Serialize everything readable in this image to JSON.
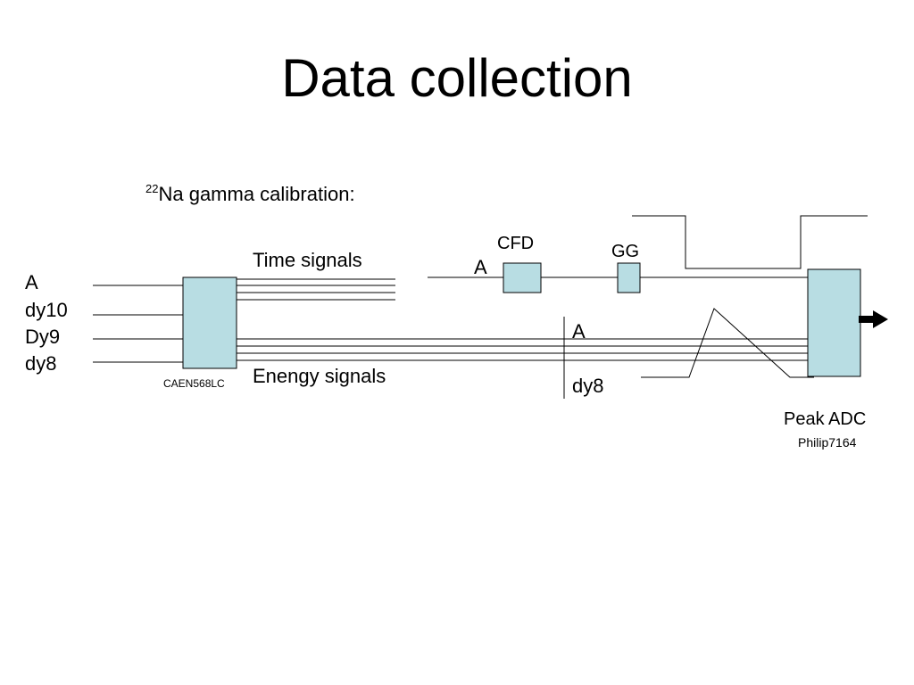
{
  "slide": {
    "title": "Data collection"
  },
  "subtitle": {
    "isotope_mass": "22",
    "text": "Na gamma calibration:"
  },
  "inputs": {
    "labels": [
      "A",
      "dy10",
      "Dy9",
      "dy8"
    ]
  },
  "modules": {
    "caen": "CAEN568LC",
    "cfd": "CFD",
    "gg": "GG",
    "adc_title": "Peak ADC",
    "adc_model": "Philip7164"
  },
  "signals": {
    "time": "Time signals",
    "energy": "Enengy signals",
    "cfd_input": "A",
    "cut_top": "A",
    "cut_bottom": "dy8"
  },
  "colors": {
    "module_fill": "#b8dde3",
    "line": "#000000",
    "background": "#ffffff"
  }
}
